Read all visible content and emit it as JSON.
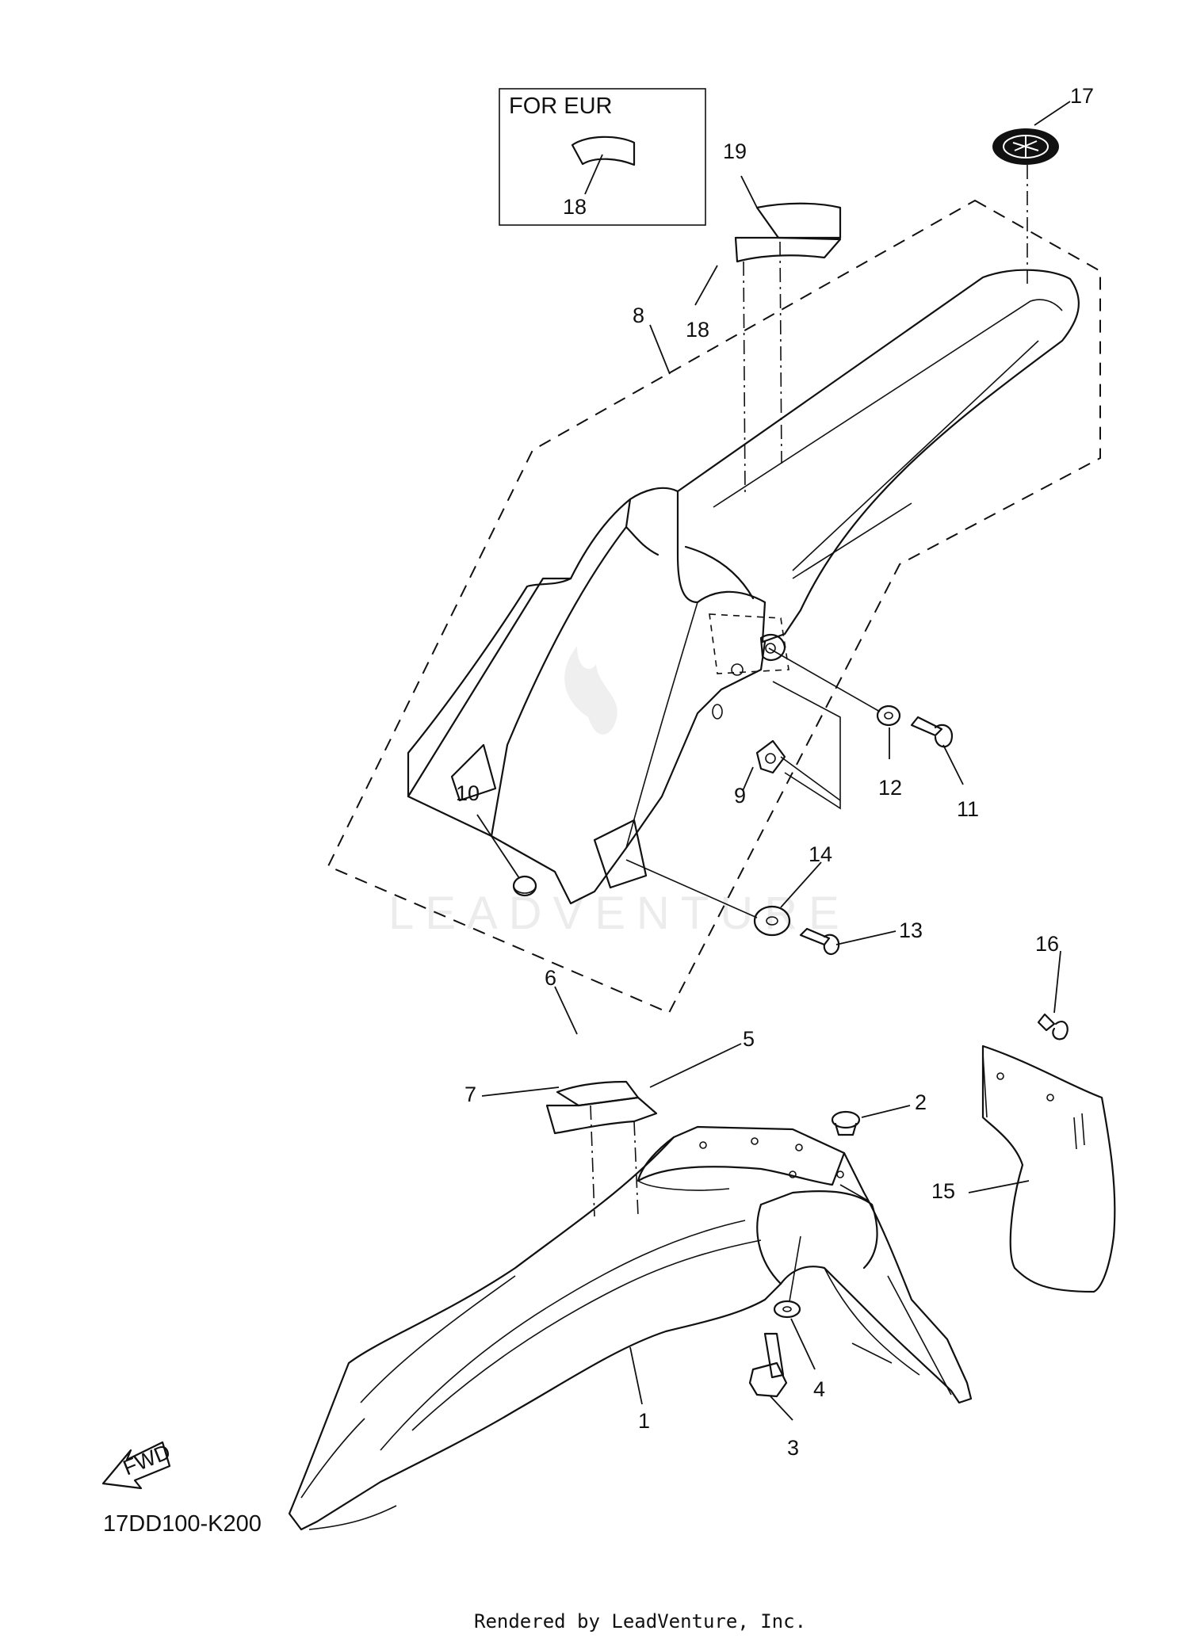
{
  "diagram": {
    "box_label": "FOR EUR",
    "diagram_code": "17DD100-K200",
    "fwd_label": "FWD",
    "footer": "Rendered by LeadVenture, Inc.",
    "watermark": "LEADVENTURE",
    "callouts": [
      {
        "id": "1",
        "label": "1"
      },
      {
        "id": "2",
        "label": "2"
      },
      {
        "id": "3",
        "label": "3"
      },
      {
        "id": "4",
        "label": "4"
      },
      {
        "id": "5",
        "label": "5"
      },
      {
        "id": "6",
        "label": "6"
      },
      {
        "id": "7",
        "label": "7"
      },
      {
        "id": "8",
        "label": "8"
      },
      {
        "id": "9",
        "label": "9"
      },
      {
        "id": "10",
        "label": "10"
      },
      {
        "id": "11",
        "label": "11"
      },
      {
        "id": "12",
        "label": "12"
      },
      {
        "id": "13",
        "label": "13"
      },
      {
        "id": "14",
        "label": "14"
      },
      {
        "id": "15",
        "label": "15"
      },
      {
        "id": "16",
        "label": "16"
      },
      {
        "id": "17",
        "label": "17"
      },
      {
        "id": "18a",
        "label": "18"
      },
      {
        "id": "18b",
        "label": "18"
      },
      {
        "id": "19",
        "label": "19"
      }
    ]
  }
}
